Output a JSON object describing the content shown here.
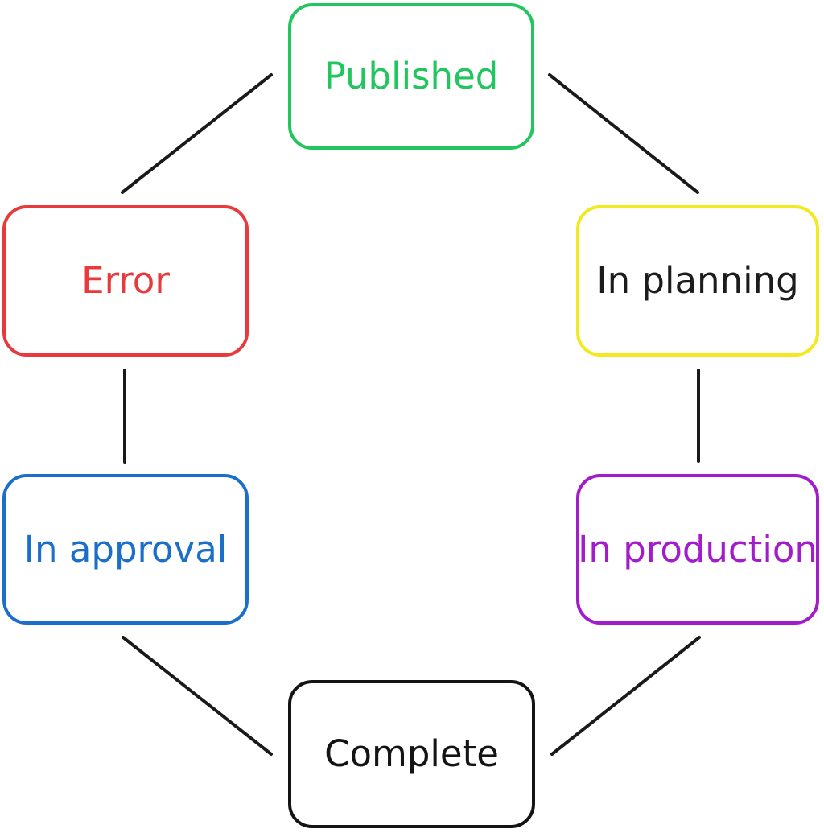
{
  "diagram": {
    "title": "content-status-cycle",
    "background_color": "#ffffff",
    "edge_style": {
      "color": "#1a1a1a",
      "arrowheads": "none"
    },
    "nodes": [
      {
        "id": "published",
        "label": "Published",
        "border_color": "#22c55e",
        "text_color": "#22c55e",
        "position": "top-center"
      },
      {
        "id": "in-planning",
        "label": "In planning",
        "border_color": "#f2e91e",
        "text_color": "#1c1c1c",
        "position": "upper-right"
      },
      {
        "id": "in-production",
        "label": "In production",
        "border_color": "#a21ccb",
        "text_color": "#a21ccb",
        "position": "lower-right"
      },
      {
        "id": "complete",
        "label": "Complete",
        "border_color": "#141414",
        "text_color": "#141414",
        "position": "bottom-center"
      },
      {
        "id": "in-approval",
        "label": "In approval",
        "border_color": "#1c6fc9",
        "text_color": "#1c6fc9",
        "position": "lower-left"
      },
      {
        "id": "error",
        "label": "Error",
        "border_color": "#e83a3c",
        "text_color": "#e83a3c",
        "position": "upper-left"
      }
    ],
    "edges": [
      {
        "from": "published",
        "to": "in-planning"
      },
      {
        "from": "in-planning",
        "to": "in-production"
      },
      {
        "from": "in-production",
        "to": "complete"
      },
      {
        "from": "complete",
        "to": "in-approval"
      },
      {
        "from": "in-approval",
        "to": "error"
      },
      {
        "from": "error",
        "to": "published"
      }
    ]
  }
}
